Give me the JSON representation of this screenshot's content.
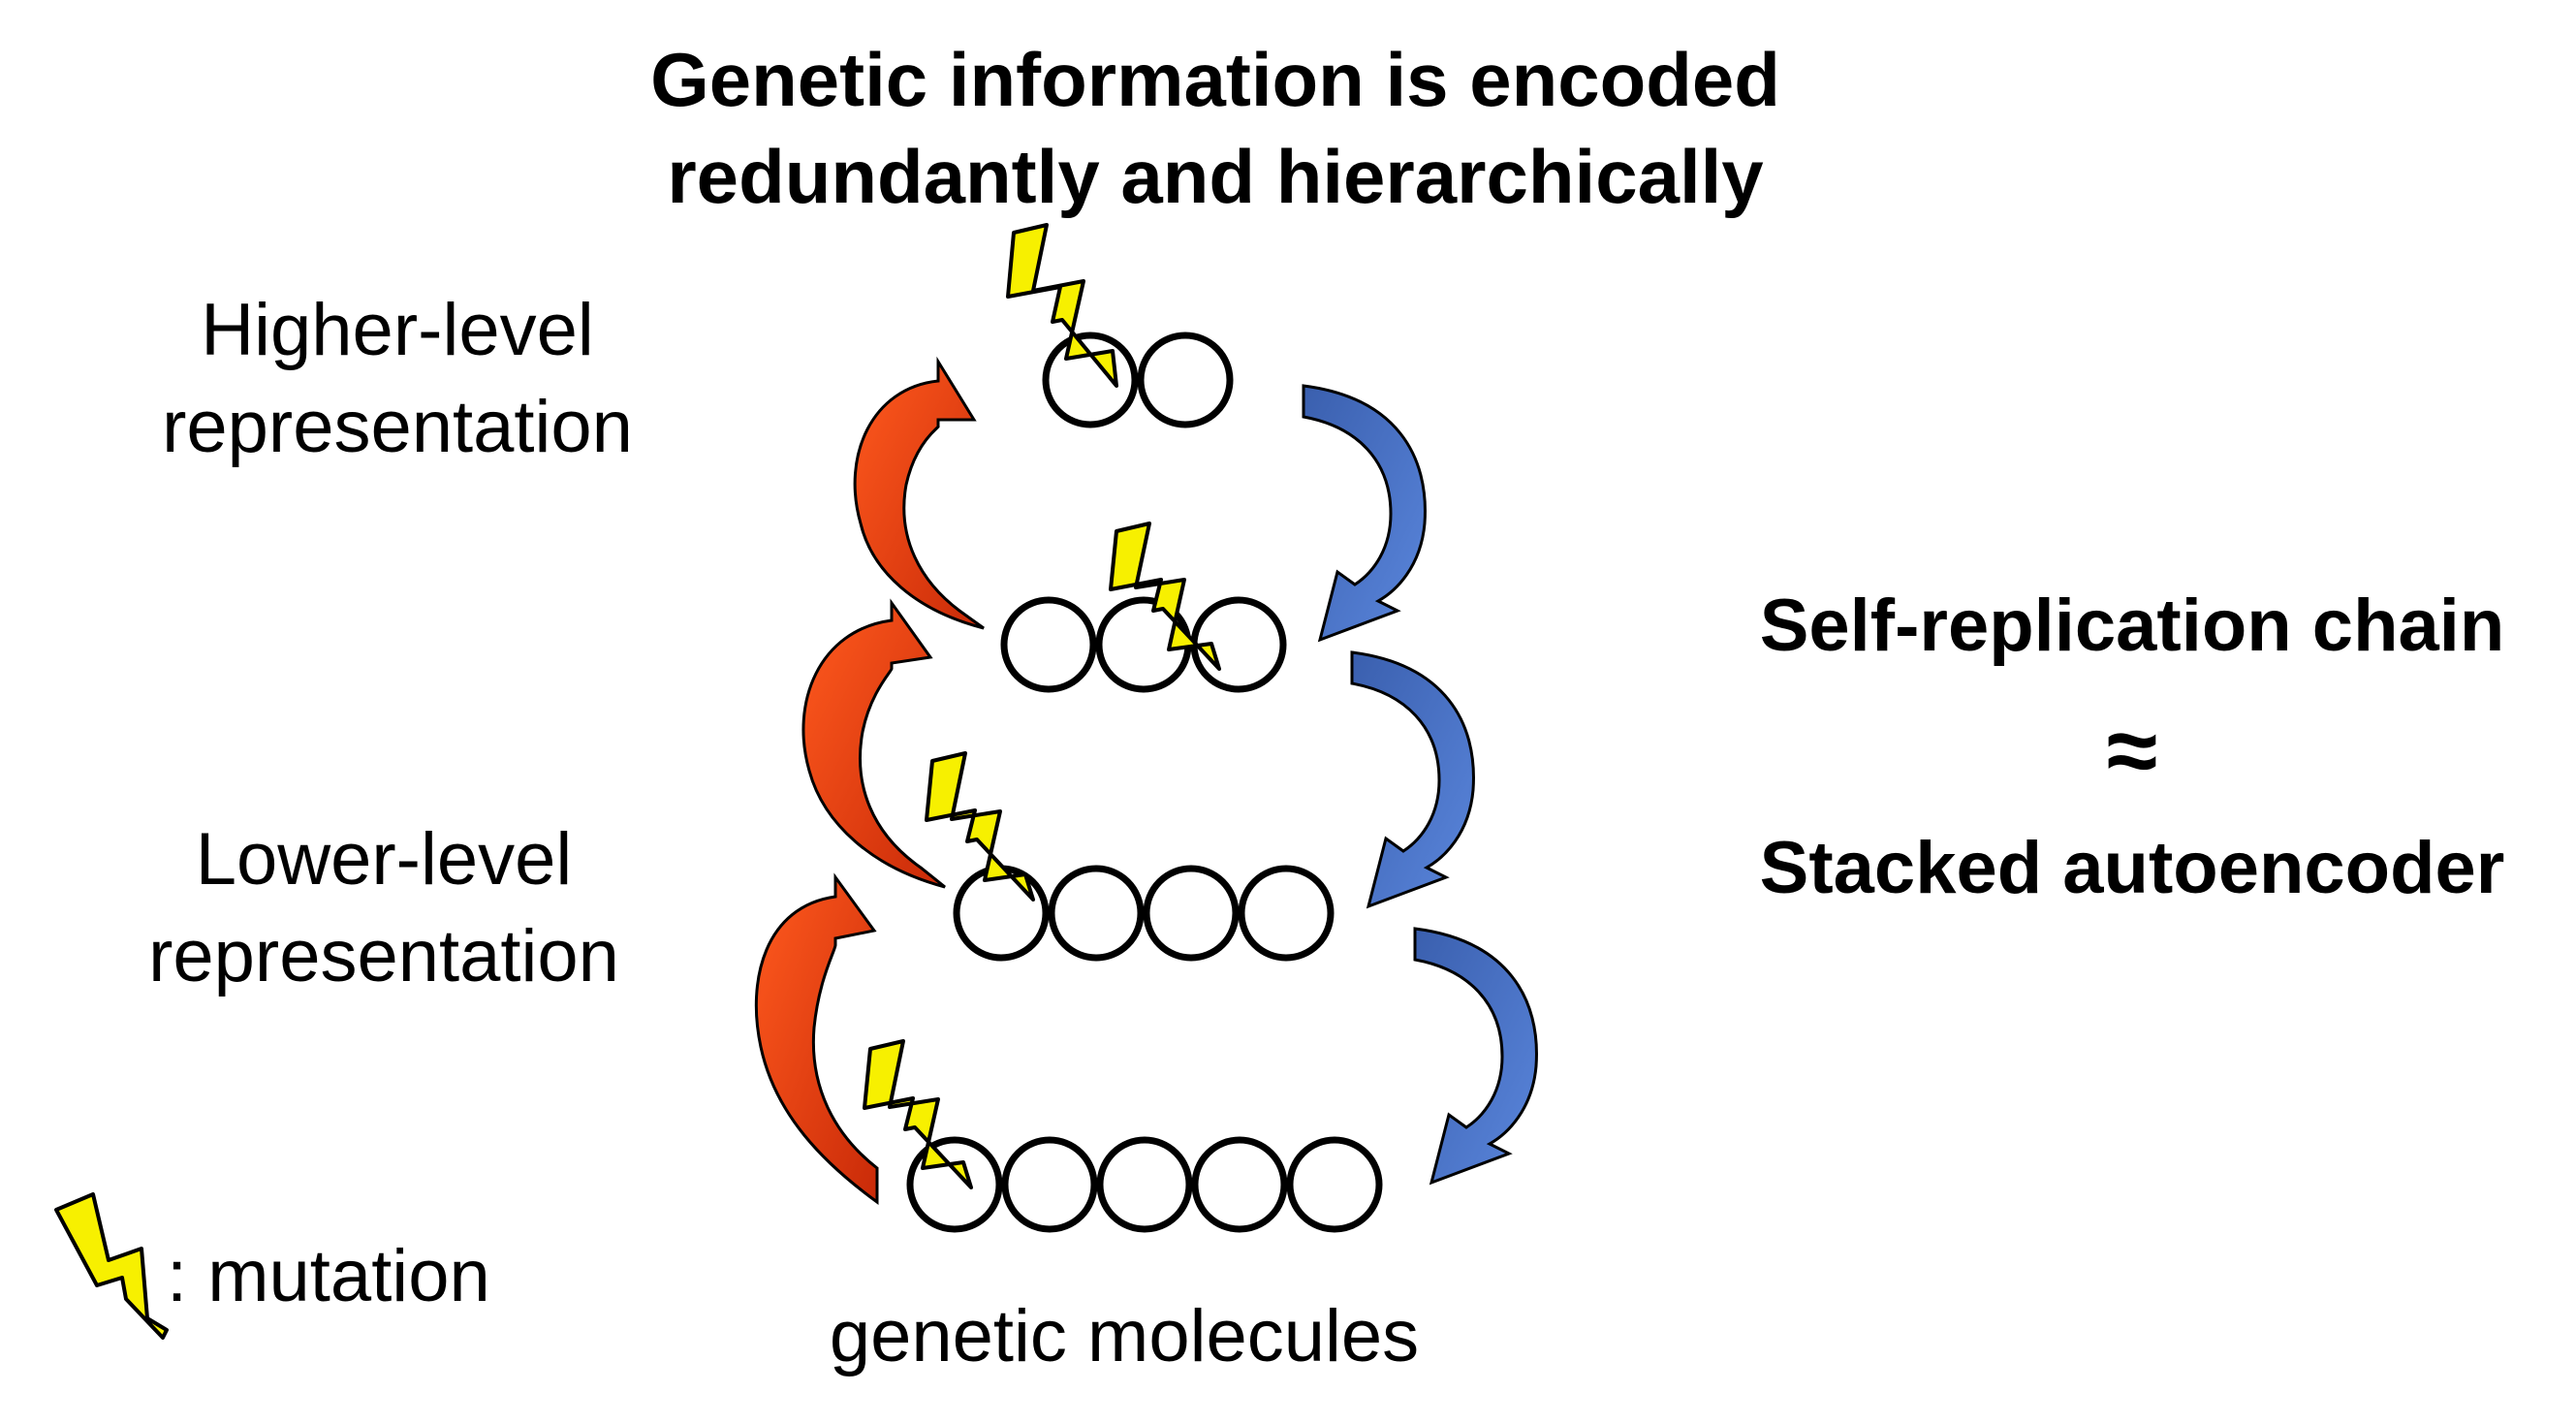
{
  "title_line1": "Genetic information is encoded",
  "title_line2": "redundantly and hierarchically",
  "higher_line1": "Higher-level",
  "higher_line2": "representation",
  "lower_line1": "Lower-level",
  "lower_line2": "representation",
  "legend_text": ": mutation",
  "bottom_label": "genetic molecules",
  "right_line1": "Self-replication chain",
  "right_approx": "≈",
  "right_line2": "Stacked autoencoder",
  "colors": {
    "bolt": "#f7f000",
    "red_arrow": "#e8320f",
    "blue_arrow": "#4a72c8"
  },
  "levels": [
    2,
    3,
    4,
    5
  ]
}
